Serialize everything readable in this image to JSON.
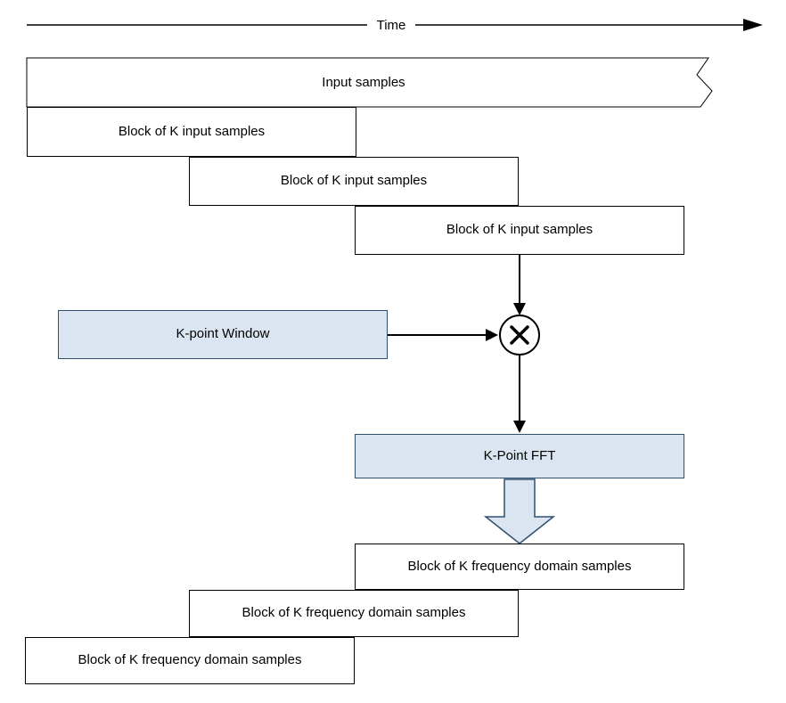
{
  "diagram": {
    "time_axis": {
      "label": "Time"
    },
    "input_samples_label": "Input samples",
    "input_blocks": [
      {
        "label": "Block of K input samples"
      },
      {
        "label": "Block of K input samples"
      },
      {
        "label": "Block of K input samples"
      }
    ],
    "window_label": "K-point Window",
    "fft_label": "K-Point FFT",
    "freq_blocks": [
      {
        "label": "Block of K frequency domain samples"
      },
      {
        "label": "Block of K frequency domain samples"
      },
      {
        "label": "Block of K frequency domain samples"
      }
    ]
  },
  "icons": {
    "time_arrowhead": "right-arrowhead-icon",
    "multiply": "multiply-circle-icon",
    "flow_arrowhead": "down-arrowhead-icon",
    "block_arrow": "down-block-arrow-icon"
  },
  "colors": {
    "background": "#ffffff",
    "box_fill_accent": "#dbe5f1",
    "box_border_accent": "#31506f",
    "box_border": "#000000",
    "arrow_color": "#000000"
  }
}
